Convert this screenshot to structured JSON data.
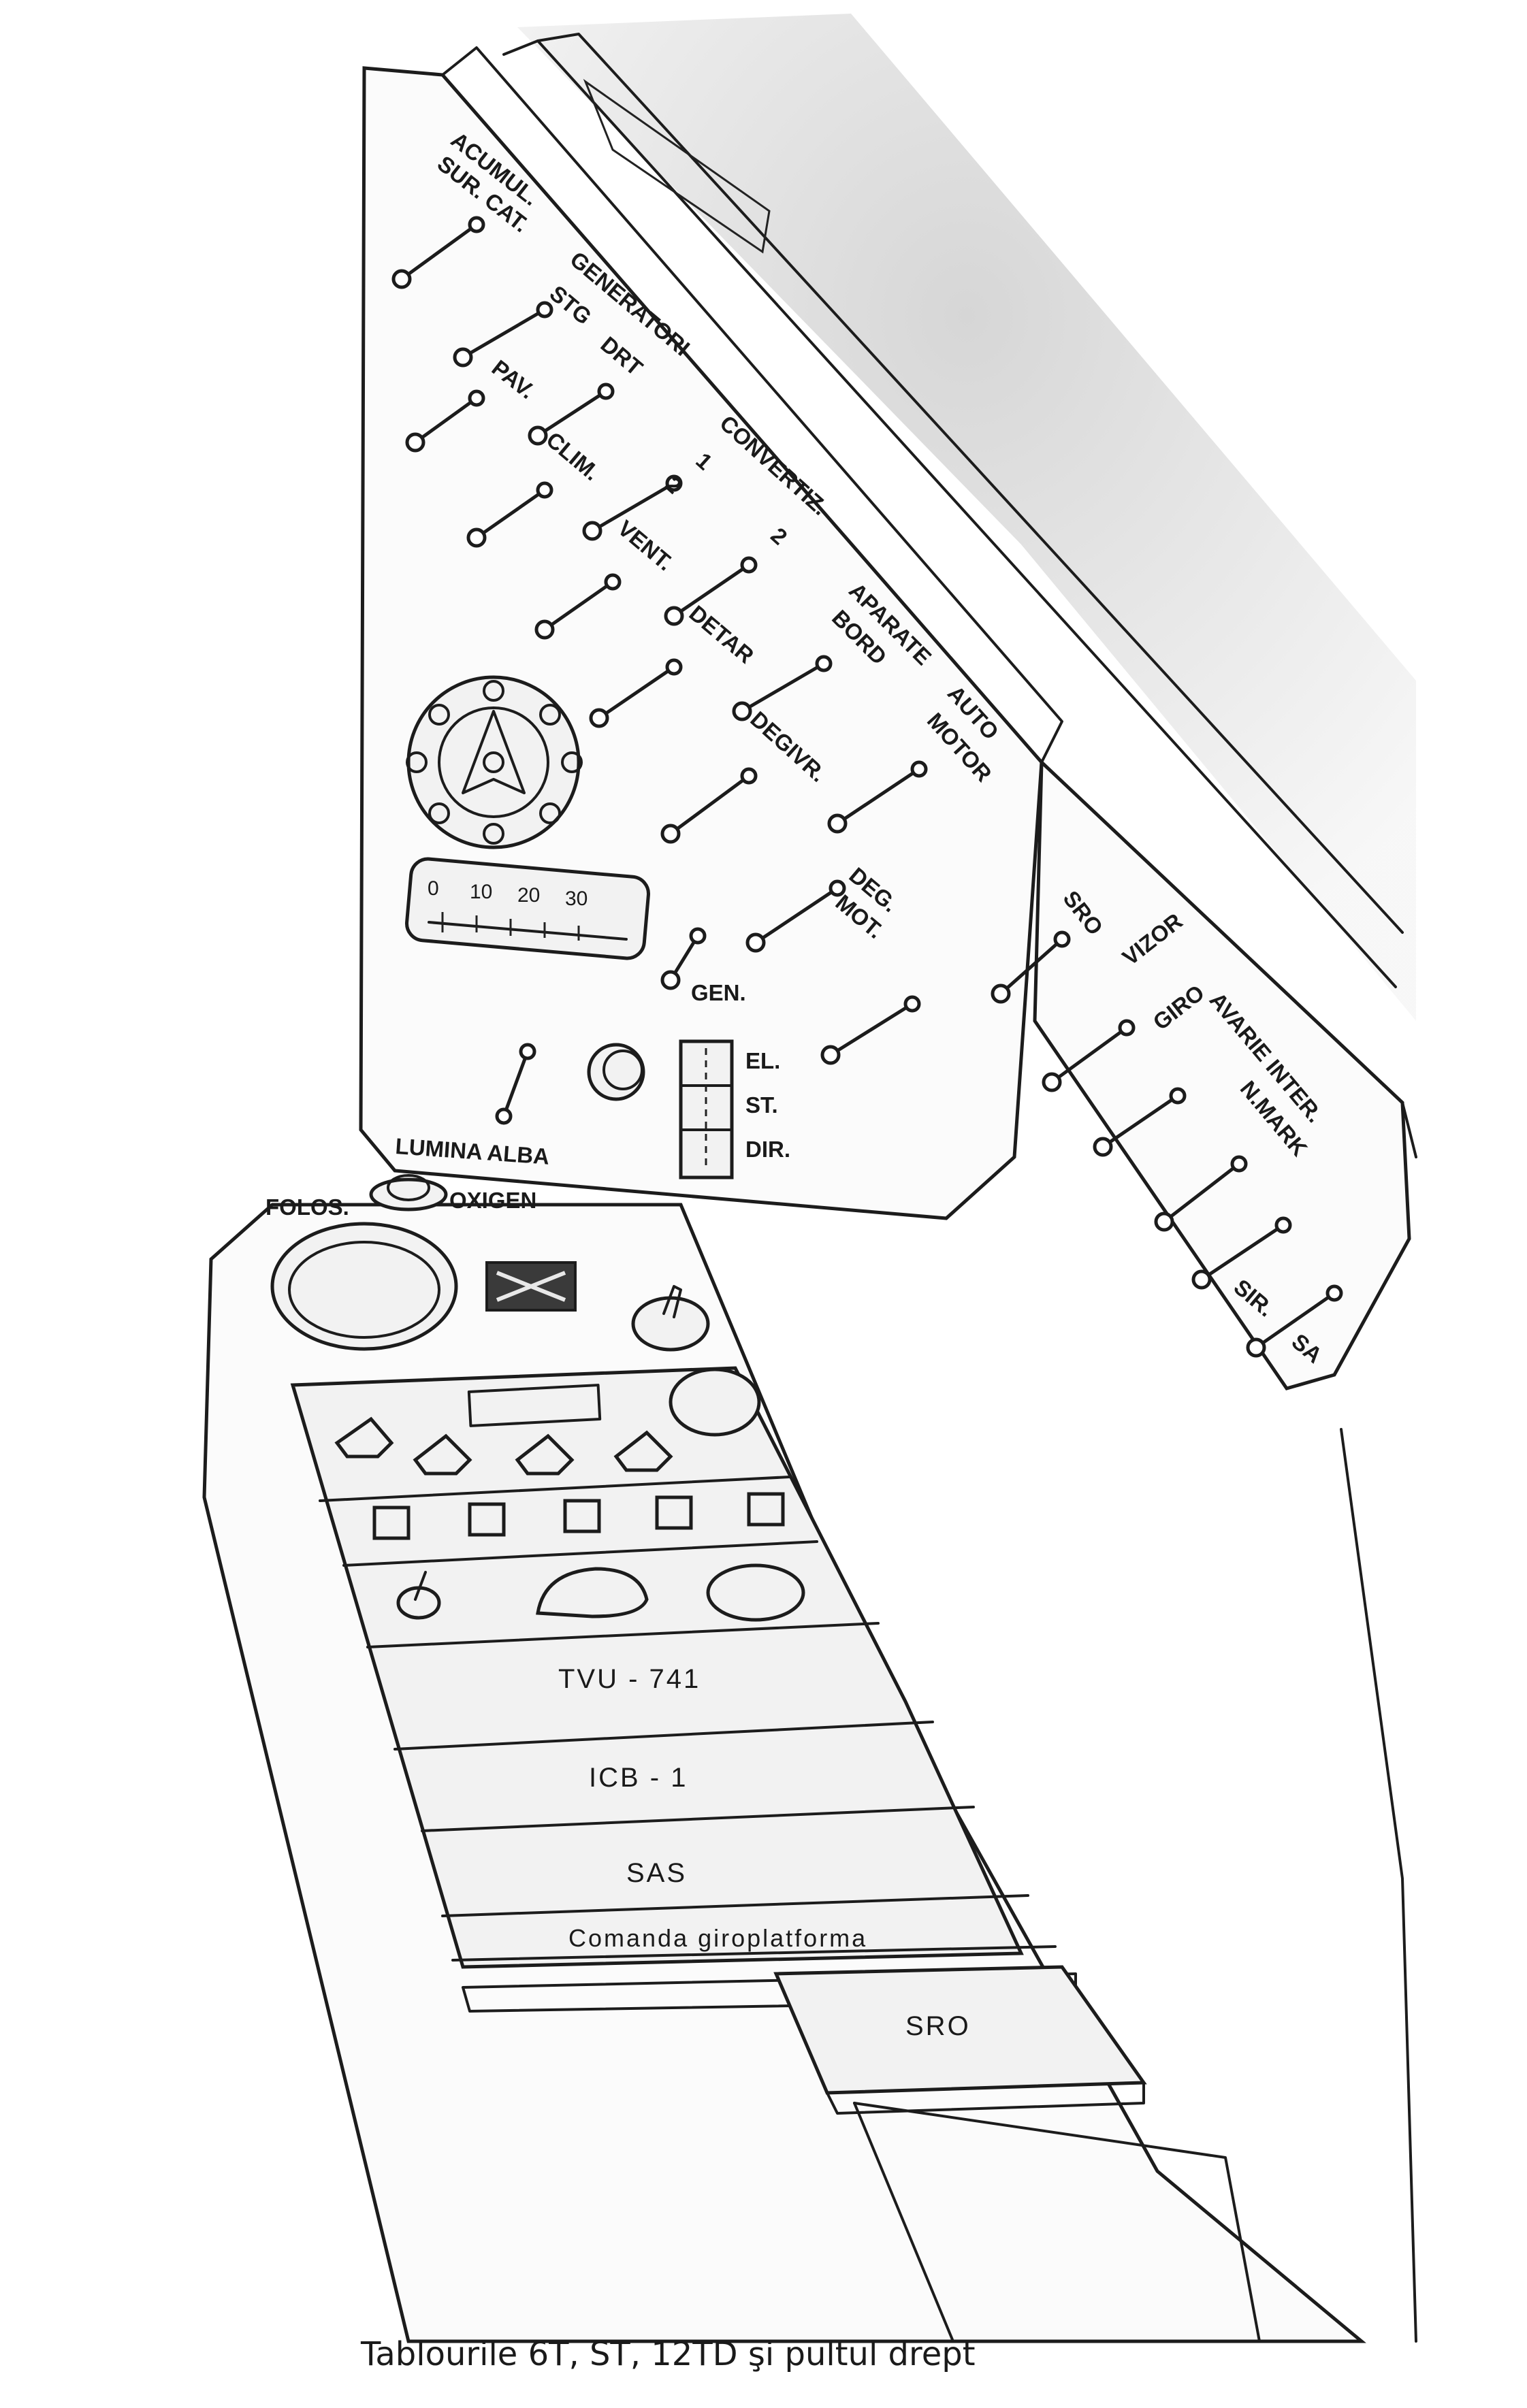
{
  "caption": {
    "line1": "Tablourile 6T, ST, 12TD şi pultul drept"
  },
  "left_panel": {
    "acumul": "ACUMUL.",
    "sur_cat": "SUR. CAT.",
    "generatori": "GENERATORI",
    "stg": "STG",
    "drt": "DRT",
    "convertiz": "CONVERTIZ.",
    "conv_1": "1",
    "conv_2a": "2",
    "conv_2b": "2",
    "pav": "PAV.",
    "clim": "CLIM.",
    "vent": "VENT.",
    "detar": "DETAR",
    "degivr": "DEGIVR.",
    "aparate": "APARATE",
    "bord": "BORD",
    "auto": "AUTO",
    "motor": "MOTOR",
    "deg": "DEG.",
    "mot": "MOT.",
    "gen": "GEN.",
    "el": "EL.",
    "st": "ST.",
    "dir": "DIR.",
    "lumina_alba": "LUMINA ALBA",
    "gauge_ticks": [
      "0",
      "10",
      "20",
      "30"
    ]
  },
  "right_panel": {
    "sro": "SRO",
    "vizor": "VIZOR",
    "giro": "GIRO",
    "avarie_inter": "AVARIE INTER.",
    "n_mark": "N.MARK",
    "sir": "SIR.",
    "sa": "SA"
  },
  "console": {
    "folos": "FOLOS.",
    "oxigen": "OXIGEN",
    "strips": [
      "TVU - 741",
      "ICB - 1",
      "SAS",
      "Comanda giroplatforma",
      "SRO"
    ]
  }
}
